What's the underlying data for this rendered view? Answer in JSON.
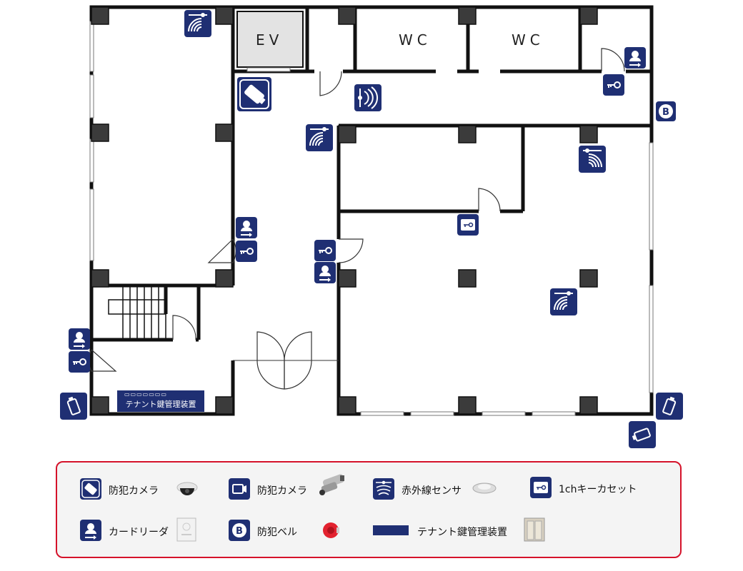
{
  "rooms": {
    "ev": "EV",
    "wc1": "WC",
    "wc2": "WC"
  },
  "tenant_panel": {
    "label": "テナント鍵管理装置"
  },
  "legend": {
    "camera_dome": "防犯カメラ",
    "camera_bullet": "防犯カメラ",
    "ir_sensor": "赤外線センサ",
    "key_cassette": "1chキーカセット",
    "card_reader": "カードリーダ",
    "alarm_bell": "防犯ベル",
    "tenant_key": "テナント鍵管理装置"
  },
  "colors": {
    "navy": "#1f2f73",
    "wall": "#111111",
    "column": "#3b3b3b",
    "legend_border": "#d5122a",
    "ev_fill": "#e3e3e3"
  }
}
